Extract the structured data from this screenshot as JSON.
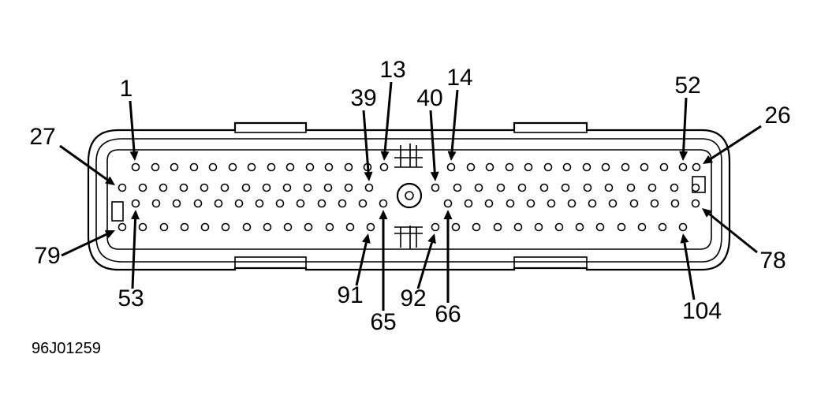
{
  "figure_id": "96J01259",
  "pin_labels": [
    {
      "key": "p1",
      "text": "1"
    },
    {
      "key": "p13",
      "text": "13"
    },
    {
      "key": "p14",
      "text": "14"
    },
    {
      "key": "p26",
      "text": "26"
    },
    {
      "key": "p27",
      "text": "27"
    },
    {
      "key": "p39",
      "text": "39"
    },
    {
      "key": "p40",
      "text": "40"
    },
    {
      "key": "p52",
      "text": "52"
    },
    {
      "key": "p53",
      "text": "53"
    },
    {
      "key": "p65",
      "text": "65"
    },
    {
      "key": "p66",
      "text": "66"
    },
    {
      "key": "p78",
      "text": "78"
    },
    {
      "key": "p79",
      "text": "79"
    },
    {
      "key": "p91",
      "text": "91"
    },
    {
      "key": "p92",
      "text": "92"
    },
    {
      "key": "p104",
      "text": "104"
    }
  ]
}
